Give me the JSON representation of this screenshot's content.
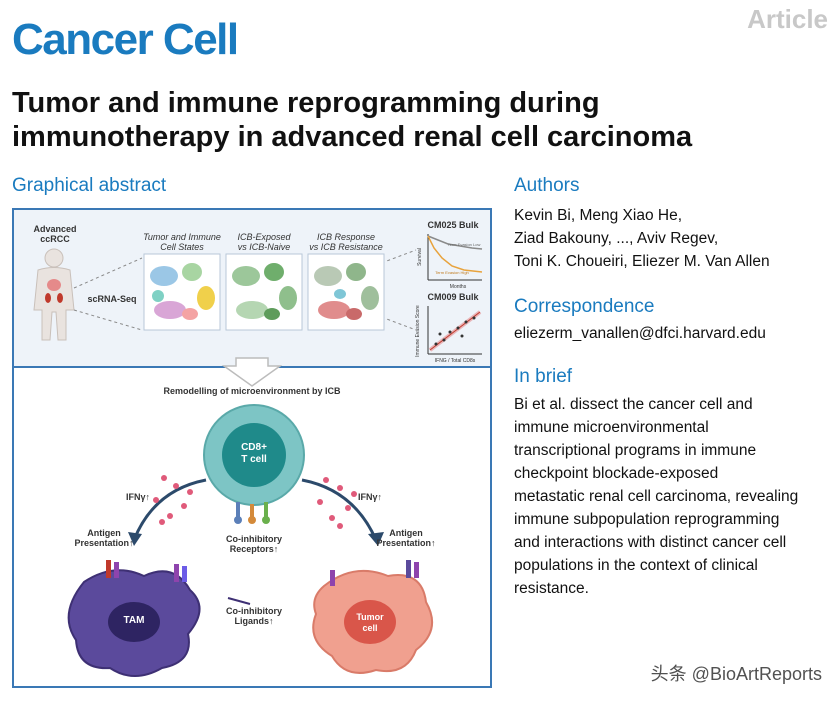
{
  "header": {
    "journal": "Cancer Cell",
    "article_type": "Article",
    "title_line1": "Tumor and immune reprogramming during",
    "title_line2": "immunotherapy in advanced renal cell carcinoma"
  },
  "graphical_abstract": {
    "heading": "Graphical abstract",
    "advanced_label_1": "Advanced",
    "advanced_label_2": "ccRCC",
    "scrna_label": "scRNA-Seq",
    "panel1_line1": "Tumor and Immune",
    "panel1_line2": "Cell States",
    "panel2_line1": "ICB-Exposed",
    "panel2_line2": "vs ICB-Naive",
    "panel3_line1": "ICB Response",
    "panel3_line2": "vs ICB Resistance",
    "cm025_label": "CM025 Bulk",
    "cm009_label": "CM009 Bulk",
    "survival_axis": "Survival",
    "months_axis": "Months",
    "low_label": "Term Evasion Low",
    "high_label": "Term Evasion High",
    "score_axis": "Immune Evasion Score",
    "ifng_axis": "IFNG / Total CD8s",
    "remodel_title": "Remodelling of microenvironment by ICB",
    "cd8_line1": "CD8+",
    "cd8_line2": "T cell",
    "ifng_left": "IFNγ↑",
    "ifng_right": "IFNγ↑",
    "antigen_left_1": "Antigen",
    "antigen_left_2": "Presentation↑",
    "antigen_right_1": "Antigen",
    "antigen_right_2": "Presentation↑",
    "coinh_receptors_1": "Co-inhibitory",
    "coinh_receptors_2": "Receptors↑",
    "coinh_ligands_1": "Co-inhibitory",
    "coinh_ligands_2": "Ligands↑",
    "tam_label": "TAM",
    "tumor_line1": "Tumor",
    "tumor_line2": "cell"
  },
  "authors": {
    "heading": "Authors",
    "line1": "Kevin Bi, Meng Xiao He,",
    "line2": "Ziad Bakouny, ..., Aviv Regev,",
    "line3": "Toni K. Choueiri, Eliezer M. Van Allen"
  },
  "correspondence": {
    "heading": "Correspondence",
    "email": "eliezerm_vanallen@dfci.harvard.edu"
  },
  "in_brief": {
    "heading": "In brief",
    "lines": [
      "Bi et al. dissect the cancer cell and",
      "immune microenvironmental",
      "transcriptional programs in immune",
      "checkpoint blockade-exposed",
      "metastatic renal cell carcinoma, revealing",
      "immune subpopulation reprogramming",
      "and interactions with distinct cancer cell",
      "populations in the context of clinical",
      "resistance."
    ]
  },
  "watermark": "头条 @BioArtReports",
  "colors": {
    "brand_blue": "#1a7bbf",
    "tam_purple": "#5b4a9c",
    "tumor_salmon": "#f0a08f",
    "tcell_teal": "#2b9a9a"
  }
}
